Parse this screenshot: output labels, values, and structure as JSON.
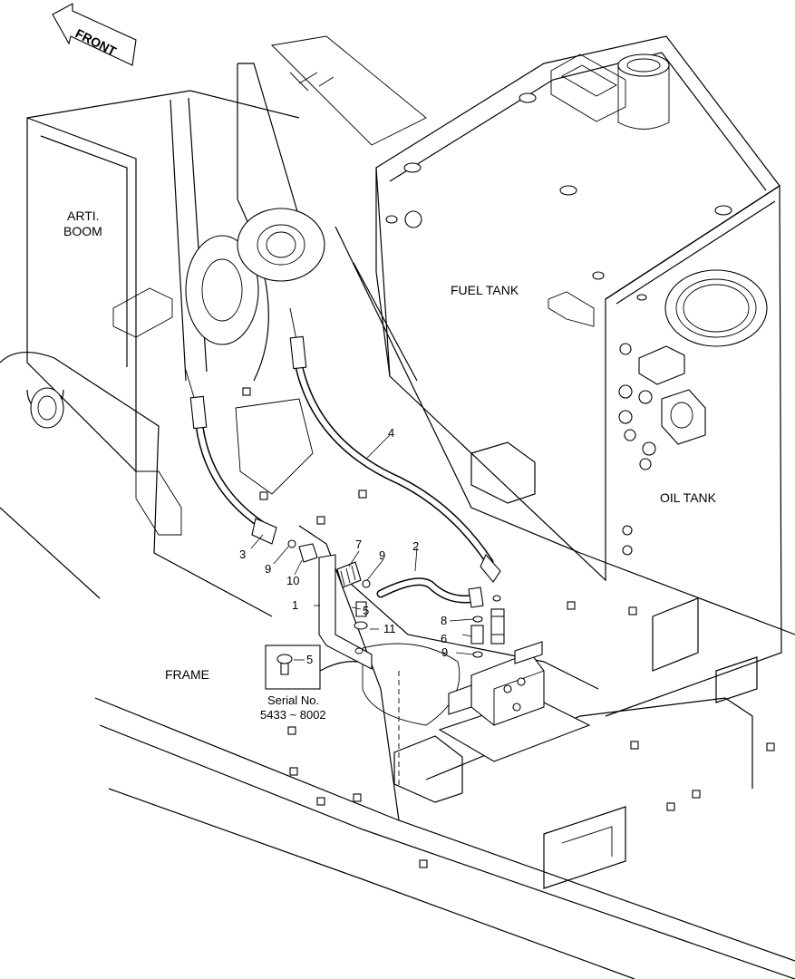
{
  "diagram": {
    "orientation_label": "FRONT",
    "regions": {
      "arti_boom_line1": "ARTI.",
      "arti_boom_line2": "BOOM",
      "fuel_tank": "FUEL TANK",
      "oil_tank": "OIL TANK",
      "frame": "FRAME"
    },
    "callouts": [
      {
        "id": "c1",
        "label": "1"
      },
      {
        "id": "c2",
        "label": "2"
      },
      {
        "id": "c3",
        "label": "3"
      },
      {
        "id": "c4",
        "label": "4"
      },
      {
        "id": "c5a",
        "label": "5"
      },
      {
        "id": "c6",
        "label": "6"
      },
      {
        "id": "c7",
        "label": "7"
      },
      {
        "id": "c8",
        "label": "8"
      },
      {
        "id": "c9a",
        "label": "9"
      },
      {
        "id": "c9b",
        "label": "9"
      },
      {
        "id": "c9c",
        "label": "9"
      },
      {
        "id": "c10",
        "label": "10"
      },
      {
        "id": "c11",
        "label": "11"
      }
    ],
    "detail_inset": {
      "callout": "5",
      "serial_line1": "Serial No.",
      "serial_line2": "5433 ~ 8002"
    },
    "colors": {
      "line": "#000000",
      "background": "#ffffff"
    }
  }
}
